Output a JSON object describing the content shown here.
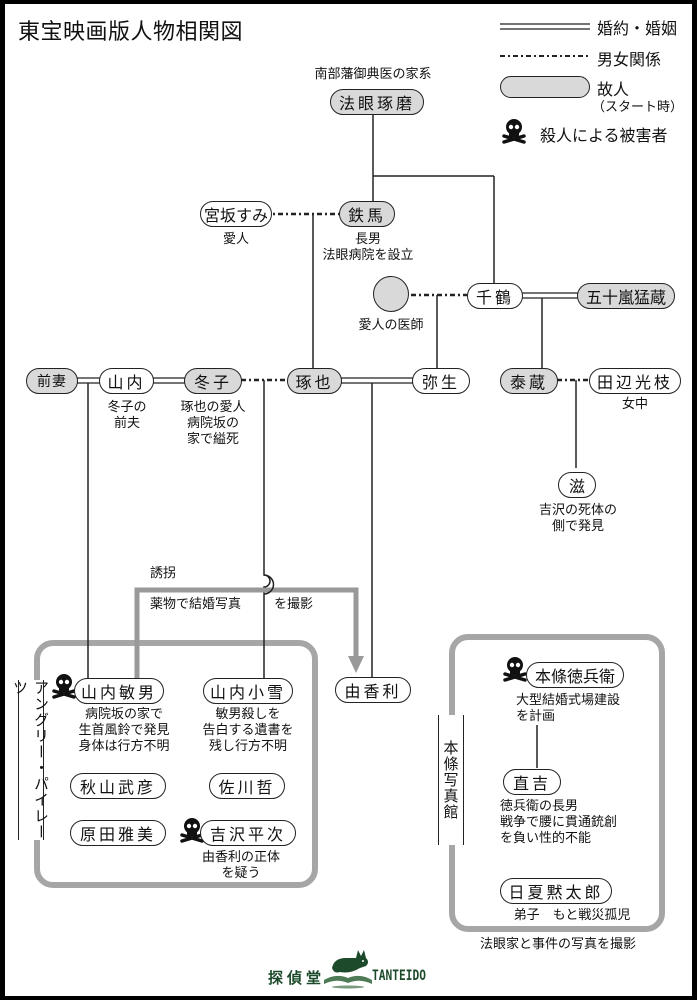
{
  "title": "東宝映画版人物相関図",
  "legend": {
    "marriage": "婚約・婚姻",
    "affair": "男女関係",
    "deceased": "故人",
    "deceased_sub": "（スタート時）",
    "murder_victim": "殺人による被害者"
  },
  "people": {
    "hogen_takumaro": {
      "name": "法眼琢磨",
      "note": "南部藩御典医の家系",
      "deceased": true
    },
    "miyasaka_sumi": {
      "name": "宮坂すみ",
      "note": "愛人"
    },
    "tetsuma": {
      "name": "鉄馬",
      "note": "長男\n法眼病院を設立",
      "deceased": true
    },
    "lover_doctor": {
      "name": "",
      "note": "愛人の医師",
      "deceased": true
    },
    "chizuru": {
      "name": "千鶴"
    },
    "igarashi_takezo": {
      "name": "五十嵐猛蔵",
      "deceased": true
    },
    "maezuma": {
      "name": "前妻",
      "deceased": true
    },
    "yamauchi": {
      "name": "山内",
      "note": "冬子の\n前夫"
    },
    "fuyuko": {
      "name": "冬子",
      "note": "琢也の愛人\n病院坂の\n家で縊死",
      "deceased": true
    },
    "takuya": {
      "name": "琢也",
      "deceased": true
    },
    "yayoi": {
      "name": "弥生"
    },
    "taizo": {
      "name": "泰蔵",
      "deceased": true
    },
    "tanabe_mitsue": {
      "name": "田辺光枝",
      "note": "女中"
    },
    "shigeru": {
      "name": "滋",
      "note": "吉沢の死体の\n側で発見"
    },
    "yukari": {
      "name": "由香利"
    },
    "yamauchi_toshio": {
      "name": "山内敏男",
      "note": "病院坂の家で\n生首風鈴で発見\n身体は行方不明",
      "victim": true
    },
    "yamauchi_koyuki": {
      "name": "山内小雪",
      "note": "敏男殺しを\n告白する遺書を\n残し行方不明"
    },
    "akiyama_takehiko": {
      "name": "秋山武彦"
    },
    "sagawa_tetsu": {
      "name": "佐川哲"
    },
    "harada_masami": {
      "name": "原田雅美"
    },
    "yoshizawa_heiji": {
      "name": "吉沢平次",
      "note": "由香利の正体\nを疑う",
      "victim": true
    },
    "honjo_tokubee": {
      "name": "本條徳兵衛",
      "note": "大型結婚式場建設\nを計画",
      "victim": true
    },
    "naokichi": {
      "name": "直吉",
      "note": "徳兵衛の長男\n戦争で腰に貫通銃創\nを負い性的不能"
    },
    "hinatsu_mokutaro": {
      "name": "日夏黙太郎",
      "note": "弟子　もと戦災孤児"
    }
  },
  "groups": {
    "angry_pirates": "アングリー・パイレーツ",
    "honjo_photo": "本條写真館",
    "honjo_photo_caption": "法眼家と事件の写真を撮影"
  },
  "annotations": {
    "kidnap": "誘拐",
    "photo_drug_1": "薬物で結婚写真",
    "photo_drug_2": "を撮影"
  },
  "logo": {
    "jp": "探偵堂",
    "en": "TANTEIDO"
  },
  "colors": {
    "deceased_fill": "#d9d9d9",
    "group_border": "#a6a6a6",
    "logo_green": "#1d4a2a"
  }
}
